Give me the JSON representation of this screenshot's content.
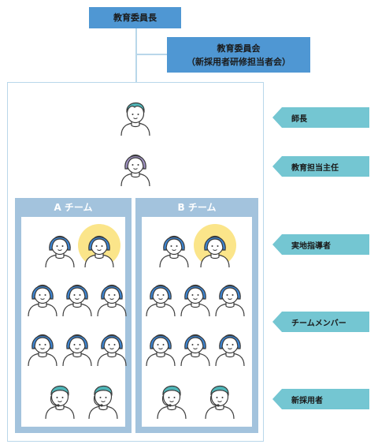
{
  "top_box": {
    "label": "教育委員長"
  },
  "committee_box": {
    "line1": "教育委員会",
    "line2": "（新採用者研修担当者会）"
  },
  "teams": [
    {
      "label": "A チーム"
    },
    {
      "label": "B チーム"
    }
  ],
  "roles": [
    {
      "label": "師長"
    },
    {
      "label": "教育担当主任"
    },
    {
      "label": "実地指導者"
    },
    {
      "label": "チームメンバー"
    },
    {
      "label": "新採用者"
    }
  ],
  "colors": {
    "box_blue": "#4f97d3",
    "team_panel": "#a3c3dd",
    "role_arrow": "#74c6d2",
    "connector": "#b9d7ea",
    "highlight_circle": "#fbe58a",
    "hair_blue": "#3c86d5",
    "hair_teal": "#4fb7b9",
    "hair_purple": "#a193c4"
  },
  "icons": {
    "head_nurse": "person-short-hair-teal-icon",
    "education_chief": "person-long-hair-purple-icon",
    "on_site_instructor": "person-highlighted-blue-icon",
    "team_member": "person-long-hair-blue-icon",
    "new_hire": "person-headset-teal-icon"
  }
}
